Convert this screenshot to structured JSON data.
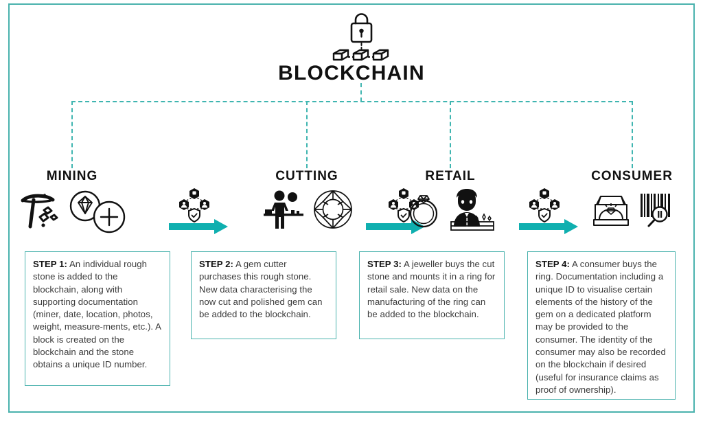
{
  "diagram": {
    "title": "BLOCKCHAIN",
    "title_icon": "padlock-blocks-icon",
    "accent_color": "#0FAFAF",
    "border_color": "#49B2AD",
    "heading_color": "#111111",
    "body_text_color": "#3B3B3B"
  },
  "stages": [
    {
      "id": "mining",
      "label": "MINING",
      "icons": [
        "pickaxe-icon",
        "rough-diamond-coin-icon",
        "plus-coin-icon"
      ]
    },
    {
      "id": "cutting",
      "label": "CUTTING",
      "icons": [
        "gem-cutter-icon",
        "cut-gem-icon"
      ]
    },
    {
      "id": "retail",
      "label": "RETAIL",
      "icons": [
        "ring-icon",
        "jeweller-counter-icon"
      ]
    },
    {
      "id": "consumer",
      "label": "CONSUMER",
      "icons": [
        "ring-box-icon",
        "barcode-scan-icon"
      ]
    }
  ],
  "connectors": [
    {
      "id": "mining-to-cutting",
      "icon": "blockchain-node-icon",
      "arrow": "arrow-right-icon"
    },
    {
      "id": "cutting-to-retail",
      "icon": "blockchain-node-icon",
      "arrow": "arrow-right-icon"
    },
    {
      "id": "retail-to-consumer",
      "icon": "blockchain-node-icon",
      "arrow": "arrow-right-icon"
    }
  ],
  "steps": [
    {
      "id": "step-1",
      "label": "STEP 1:",
      "body": " An individual rough stone is added to the blockchain, along with supporting documentation (miner, date, location, photos, weight, measure-ments, etc.). A block is created on the blockchain and the stone obtains a unique ID number."
    },
    {
      "id": "step-2",
      "label": "STEP 2:",
      "body": " A gem cutter purchases this rough stone. New data characterising the now cut and polished gem can be added to the blockchain."
    },
    {
      "id": "step-3",
      "label": "STEP 3:",
      "body": " A jeweller buys the cut stone and mounts it in a ring for retail sale. New data on the manufacturing of the ring can be added to the blockchain."
    },
    {
      "id": "step-4",
      "label": "STEP 4:",
      "body": " A consumer buys the ring. Documentation including a unique ID to visualise certain elements of the history of the gem on a dedicated platform may be provided to the consumer. The identity of the consumer may also be recorded on the blockchain if desired (useful for insurance claims as proof of ownership)."
    }
  ]
}
